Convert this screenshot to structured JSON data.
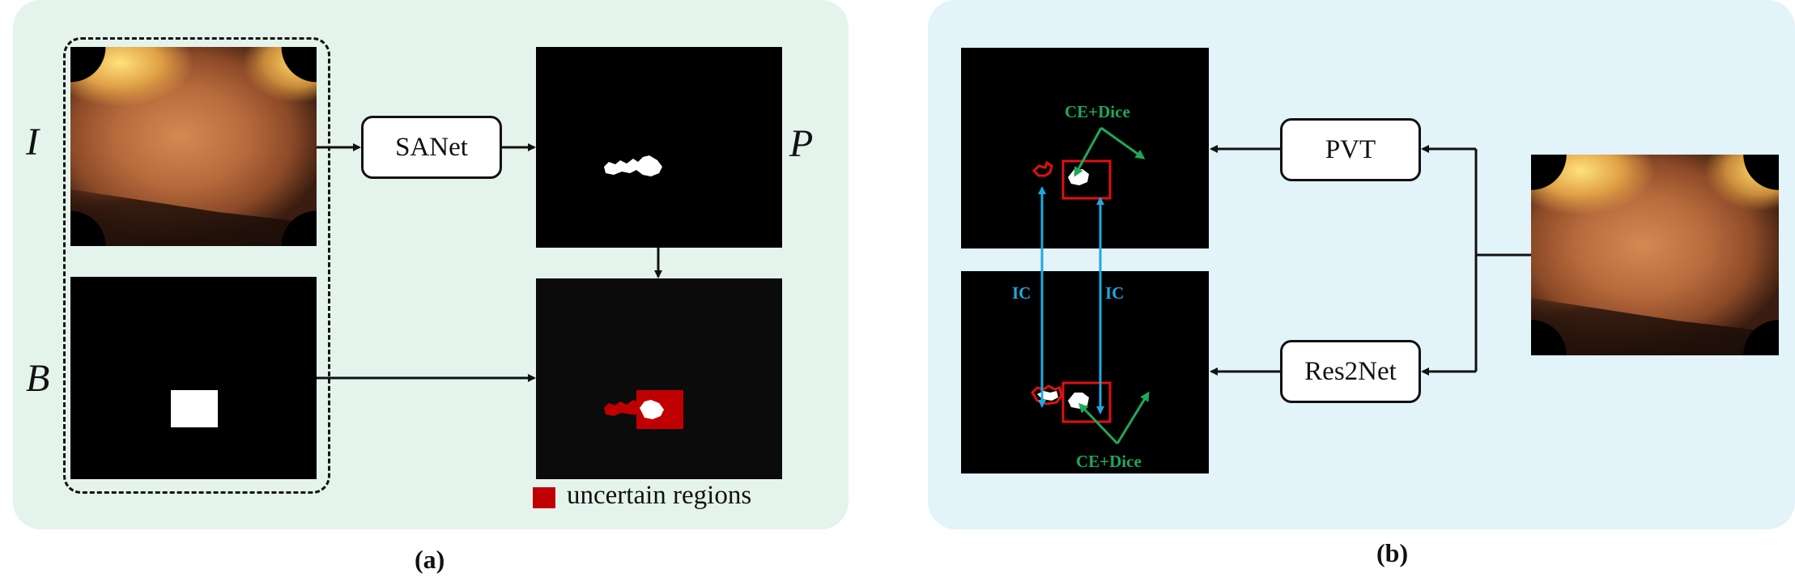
{
  "panel_a": {
    "symbols": {
      "image": "I",
      "box": "B",
      "prediction": "P"
    },
    "model": "SANet",
    "legend": {
      "label": "uncertain regions",
      "color": "#c00000"
    },
    "caption": "(a)"
  },
  "panel_b": {
    "models": {
      "top": "PVT",
      "bottom": "Res2Net"
    },
    "loss_label_top": "CE+Dice",
    "loss_label_bottom": "CE+Dice",
    "consistency_left": "IC",
    "consistency_right": "IC",
    "caption": "(b)"
  },
  "colors": {
    "panel_a_bg": "#e4f4ec",
    "panel_b_bg": "#e2f3fa",
    "uncertain_red": "#c00000",
    "loss_green": "#1fa85a",
    "consistency_blue": "#1ea8e0"
  }
}
